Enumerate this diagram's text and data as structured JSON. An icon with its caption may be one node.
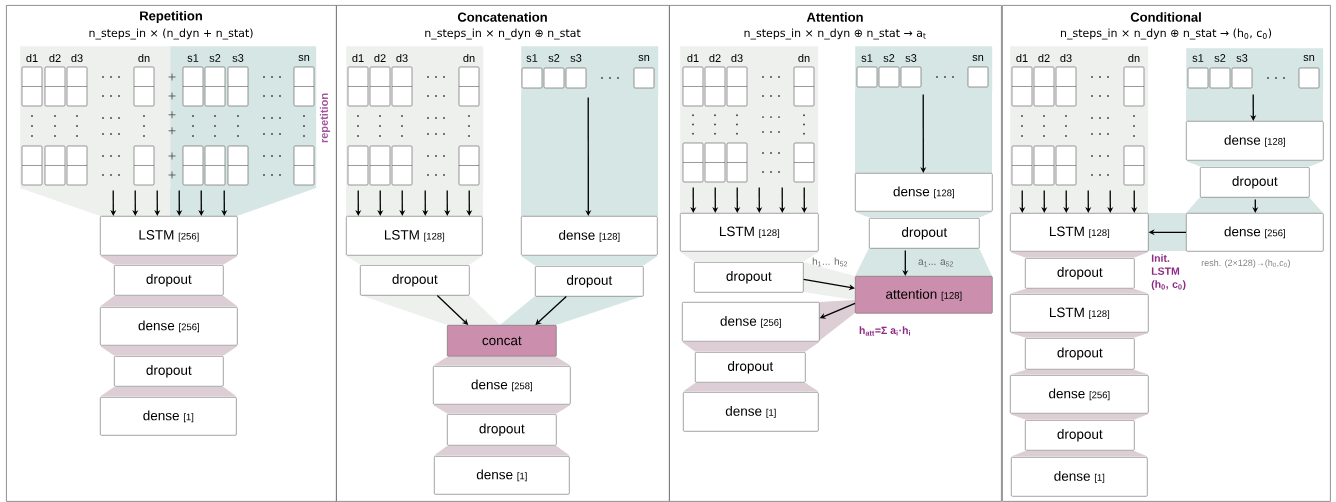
{
  "diagram": {
    "nodes": [
      {
        "text": [
          "Repetition",
          "n_steps_in × (n_dyn + n_stat)"
        ]
      },
      {
        "text": [
          "d1",
          "d2",
          "d3",
          "dn"
        ],
        "in": 0
      },
      {
        "text": [
          "s1",
          "s2",
          "s3",
          "sn"
        ],
        "in": 0
      },
      {
        "text": [
          "LSTM",
          "[256]"
        ],
        "in": 0
      },
      {
        "text": [
          "dropout"
        ],
        "in": 0
      },
      {
        "text": [
          "dense",
          "[256]"
        ],
        "in": 0
      },
      {
        "text": [
          "dropout"
        ],
        "in": 0
      },
      {
        "text": [
          "dense",
          "[1]"
        ],
        "in": 0
      },
      {
        "text": [
          "Concatenation",
          "n_steps_in × n_dyn ⊕ n_stat"
        ]
      },
      {
        "text": [
          "d1",
          "d2",
          "d3",
          "dn"
        ],
        "in": 8
      },
      {
        "text": [
          "s1",
          "s2",
          "s3",
          "sn"
        ],
        "in": 8
      },
      {
        "text": [
          "LSTM",
          "[128]"
        ],
        "in": 8
      },
      {
        "text": [
          "dense",
          "[128]"
        ],
        "in": 8
      },
      {
        "text": [
          "dropout"
        ],
        "in": 8
      },
      {
        "text": [
          "dropout"
        ],
        "in": 8
      },
      {
        "text": [
          "concat"
        ],
        "in": 8
      },
      {
        "text": [
          "dense",
          "[258]"
        ],
        "in": 8
      },
      {
        "text": [
          "dropout"
        ],
        "in": 8
      },
      {
        "text": [
          "dense",
          "[1]"
        ],
        "in": 8
      },
      {
        "text": [
          "Attention",
          "n_steps_in × n_dyn ⊕ n_stat → a$_{t}$"
        ]
      },
      {
        "text": [
          "d1",
          "d2",
          "d3",
          "dn"
        ],
        "in": 19
      },
      {
        "text": [
          "s1",
          "s2",
          "s3",
          "sn"
        ],
        "in": 19
      },
      {
        "text": [
          "dense",
          "[128]"
        ],
        "in": 19
      },
      {
        "text": [
          "LSTM",
          "[128]"
        ],
        "in": 19
      },
      {
        "text": [
          "dropout"
        ],
        "in": 19
      },
      {
        "text": [
          "dropout"
        ],
        "in": 19
      },
      {
        "text": [
          "attention",
          "[128]"
        ],
        "in": 19
      },
      {
        "text": [
          "dense",
          "[256]"
        ],
        "in": 19
      },
      {
        "text": [
          "dropout"
        ],
        "in": 19
      },
      {
        "text": [
          "dense",
          "[1]"
        ],
        "in": 19
      },
      {
        "text": [
          "Conditional",
          "n_steps_in × n_dyn ⊕ n_stat → (h$_{0}$, c$_{0}$)"
        ]
      },
      {
        "text": [
          "d1",
          "d2",
          "d3",
          "dn"
        ],
        "in": 30
      },
      {
        "text": [
          "s1",
          "s2",
          "s3",
          "sn"
        ],
        "in": 30
      },
      {
        "text": [
          "dense",
          "[128]"
        ],
        "in": 30
      },
      {
        "text": [
          "dropout"
        ],
        "in": 30
      },
      {
        "text": [
          "LSTM",
          "[128]"
        ],
        "in": 30
      },
      {
        "text": [
          "dense",
          "[256]"
        ],
        "in": 30,
        "beside": [
          "resh. (2×128)→(h$_{0}$,c$_{0}$)"
        ]
      },
      {
        "text": [
          "dropout"
        ],
        "in": 30
      },
      {
        "text": [
          "LSTM",
          "[128]"
        ],
        "in": 30
      },
      {
        "text": [
          "dropout"
        ],
        "in": 30
      },
      {
        "text": [
          "dense",
          "[256]"
        ],
        "in": 30
      },
      {
        "text": [
          "dropout"
        ],
        "in": 30
      },
      {
        "text": [
          "dense",
          "[1]"
        ],
        "in": 30
      }
    ],
    "edges": [
      {
        "from": 1,
        "to": 3,
        "arrow": "to"
      },
      {
        "from": 1,
        "to": 3,
        "arrow": "to"
      },
      {
        "from": 1,
        "to": 3,
        "arrow": "to"
      },
      {
        "from": 2,
        "to": 3,
        "arrow": "to"
      },
      {
        "from": 2,
        "to": 3,
        "arrow": "to"
      },
      {
        "from": 2,
        "to": 3,
        "arrow": "to"
      },
      {
        "from": 3,
        "to": 4,
        "arrow": "none",
        "color": "#dcced4"
      },
      {
        "from": 4,
        "to": 5,
        "arrow": "none",
        "color": "#dcced4"
      },
      {
        "from": 5,
        "to": 6,
        "arrow": "none",
        "color": "#dcced4"
      },
      {
        "from": 6,
        "to": 7,
        "arrow": "none",
        "color": "#dcced4"
      },
      {
        "from": 9,
        "to": 11,
        "arrow": "to"
      },
      {
        "from": 9,
        "to": 11,
        "arrow": "to"
      },
      {
        "from": 9,
        "to": 11,
        "arrow": "to"
      },
      {
        "from": 9,
        "to": 11,
        "arrow": "to"
      },
      {
        "from": 9,
        "to": 11,
        "arrow": "to"
      },
      {
        "from": 9,
        "to": 11,
        "arrow": "to"
      },
      {
        "from": 10,
        "to": 12,
        "arrow": "to"
      },
      {
        "from": 11,
        "to": 13,
        "arrow": "none",
        "color": "#eef0ee"
      },
      {
        "from": 12,
        "to": 14,
        "arrow": "none",
        "color": "#d6e6e4"
      },
      {
        "from": 13,
        "to": 15,
        "arrow": "to"
      },
      {
        "from": 14,
        "to": 15,
        "arrow": "to"
      },
      {
        "from": 15,
        "to": 16,
        "arrow": "none",
        "color": "#dcced4"
      },
      {
        "from": 16,
        "to": 17,
        "arrow": "none",
        "color": "#dcced4"
      },
      {
        "from": 17,
        "to": 18,
        "arrow": "none",
        "color": "#dcced4"
      },
      {
        "from": 20,
        "to": 23,
        "arrow": "to"
      },
      {
        "from": 20,
        "to": 23,
        "arrow": "to"
      },
      {
        "from": 20,
        "to": 23,
        "arrow": "to"
      },
      {
        "from": 20,
        "to": 23,
        "arrow": "to"
      },
      {
        "from": 20,
        "to": 23,
        "arrow": "to"
      },
      {
        "from": 20,
        "to": 23,
        "arrow": "to"
      },
      {
        "from": 21,
        "to": 22,
        "arrow": "to"
      },
      {
        "from": 22,
        "to": 24,
        "arrow": "none",
        "color": "#d6e6e4"
      },
      {
        "from": 24,
        "to": 26,
        "arrow": "to",
        "label": "a$_{1}$... a$_{52}$"
      },
      {
        "from": 23,
        "to": 25,
        "arrow": "none",
        "color": "#eef0ee"
      },
      {
        "from": 25,
        "to": 26,
        "arrow": "to",
        "label": "h$_{1}$... h$_{52}$"
      },
      {
        "from": 26,
        "to": 27,
        "arrow": "to",
        "label": "h$_{att}$=Σ a$_{i}$·h$_{i}$"
      },
      {
        "from": 27,
        "to": 28,
        "arrow": "none",
        "color": "#dcced4"
      },
      {
        "from": 28,
        "to": 29,
        "arrow": "none",
        "color": "#dcced4"
      },
      {
        "from": 31,
        "to": 35,
        "arrow": "to"
      },
      {
        "from": 31,
        "to": 35,
        "arrow": "to"
      },
      {
        "from": 31,
        "to": 35,
        "arrow": "to"
      },
      {
        "from": 31,
        "to": 35,
        "arrow": "to"
      },
      {
        "from": 31,
        "to": 35,
        "arrow": "to"
      },
      {
        "from": 31,
        "to": 35,
        "arrow": "to"
      },
      {
        "from": 32,
        "to": 33,
        "arrow": "to"
      },
      {
        "from": 33,
        "to": 34,
        "arrow": "none",
        "color": "#d6e6e4"
      },
      {
        "from": 34,
        "to": 36,
        "arrow": "to"
      },
      {
        "from": 36,
        "to": 35,
        "arrow": "to",
        "label": "Init. LSTM (h$_{0}$, c$_{0}$)"
      },
      {
        "from": 35,
        "to": 37,
        "arrow": "none",
        "color": "#dcced4"
      },
      {
        "from": 37,
        "to": 38,
        "arrow": "none",
        "color": "#dcced4"
      },
      {
        "from": 38,
        "to": 39,
        "arrow": "none",
        "color": "#dcced4"
      },
      {
        "from": 39,
        "to": 40,
        "arrow": "none",
        "color": "#dcced4"
      },
      {
        "from": 40,
        "to": 41,
        "arrow": "none",
        "color": "#dcced4"
      },
      {
        "from": 41,
        "to": 42,
        "arrow": "none",
        "color": "#dcced4"
      }
    ],
    "labels": [
      "repetition"
    ]
  }
}
